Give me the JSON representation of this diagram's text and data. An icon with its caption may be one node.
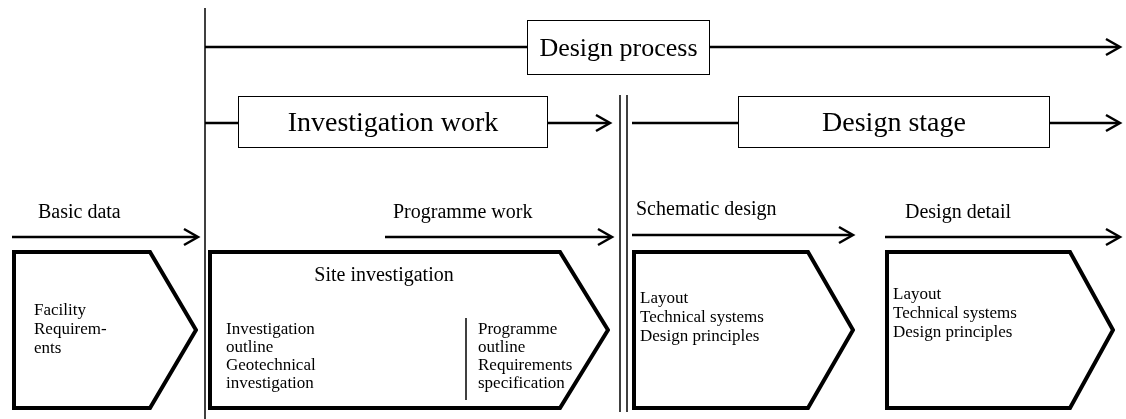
{
  "diagram": {
    "nodes": [
      {
        "text": [
          "Design process"
        ]
      },
      {
        "text": [
          "Investigation work"
        ]
      },
      {
        "text": [
          "Design stage"
        ]
      },
      {
        "text": [
          "Facility Requirem-ents"
        ]
      },
      {
        "text": [
          "Site investigation",
          "Investigation outline Geotechnical investigation",
          "Programme outline Requirements specification"
        ]
      },
      {
        "text": [
          "Layout",
          "Technical systems",
          "Design principles"
        ]
      },
      {
        "text": [
          "Layout",
          "Technical systems",
          "Design principles"
        ]
      }
    ],
    "labels": [
      "Basic data",
      "Programme work",
      "Schematic design",
      "Design detail"
    ]
  }
}
